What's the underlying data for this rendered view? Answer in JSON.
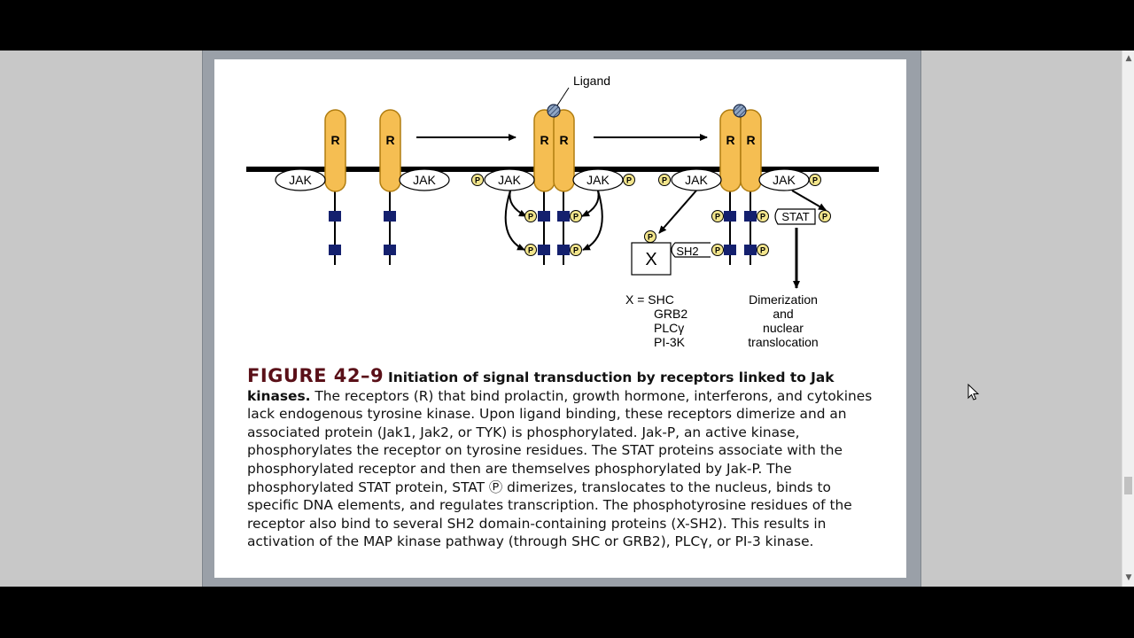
{
  "diagram": {
    "ligand_label": "Ligand",
    "receptor_label": "R",
    "jak_label": "JAK",
    "p_label": "P",
    "stat_label": "STAT",
    "sh2_label": "SH2",
    "x_label": "X",
    "x_list": [
      "X = SHC",
      "GRB2",
      "PLCγ",
      "PI-3K"
    ],
    "outcome": [
      "Dimerization",
      "and",
      "nuclear",
      "translocation"
    ]
  },
  "caption": {
    "figure_label": "FIGURE 42–9",
    "title": "Initiation of signal transduction by receptors linked to Jak kinases.",
    "body": "The receptors (R) that bind prolactin, growth hormone, interferons, and cytokines lack endogenous tyrosine kinase. Upon ligand binding, these receptors dimerize and an associated protein (Jak1, Jak2, or TYK) is phosphorylated. Jak-P, an active kinase, phosphorylates the receptor on tyrosine residues. The STAT proteins associate with the phosphorylated receptor and then are themselves phosphorylated by Jak-P. The phosphorylated STAT protein, STAT Ⓟ dimerizes, translocates to the nucleus, binds to specific DNA elements, and regulates transcription. The phosphotyrosine residues of the receptor also bind to several SH2 domain-containing proteins (X-SH2). This results in activation of the MAP kinase pathway (through SHC or GRB2), PLCγ, or PI-3 kinase."
  },
  "colors": {
    "receptor": "#f5be52",
    "receptor_stroke": "#b07d10",
    "tyrosine_box": "#14206e",
    "phospho": "#f2e58c",
    "figure_label": "#5a1018"
  },
  "icons": {
    "scroll_up": "▲",
    "scroll_down": "▼",
    "cursor": "pointer-arrow-icon"
  }
}
